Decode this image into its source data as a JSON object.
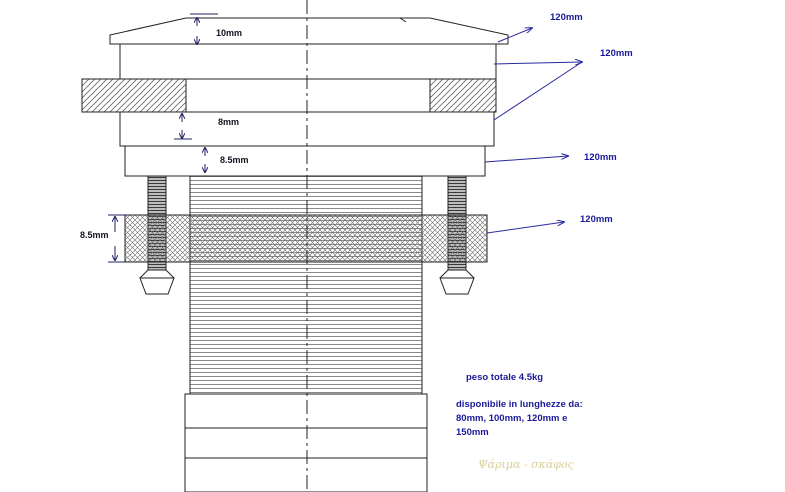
{
  "dimensions": {
    "cap_height": "10mm",
    "ring_gap": "8mm",
    "flange_height": "8.5mm",
    "band_height": "8.5mm"
  },
  "callouts": {
    "cap_width": "120mm",
    "upper_width": "120mm",
    "flange_width": "120mm",
    "band_width": "120mm"
  },
  "notes": {
    "weight": "peso totale 4.5kg",
    "availability": [
      "disponibile in lunghezze da:",
      "80mm, 100mm, 120mm e",
      "150mm"
    ]
  },
  "signature": "Ψάριμα - σκάφος",
  "colors": {
    "line": "#222222",
    "leader": "#2a2aa0",
    "hatch": "#555555",
    "signature": "#d8cf9a"
  }
}
